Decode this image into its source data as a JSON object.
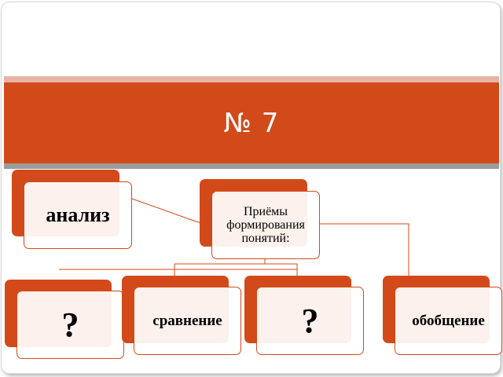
{
  "slide": {
    "title": "№ 7",
    "colors": {
      "accent": "#d24a19",
      "band_highlight": "#e8b4a7",
      "band_shadow": "#9b9b9b",
      "text": "#000000"
    }
  },
  "diagram": {
    "center": {
      "label": "Приёмы\nформирования\nпонятий:"
    },
    "left_top": {
      "label": "анализ"
    },
    "bottom": [
      {
        "label": "?"
      },
      {
        "label": "сравнение"
      },
      {
        "label": "?"
      },
      {
        "label": "обобщение"
      }
    ]
  }
}
